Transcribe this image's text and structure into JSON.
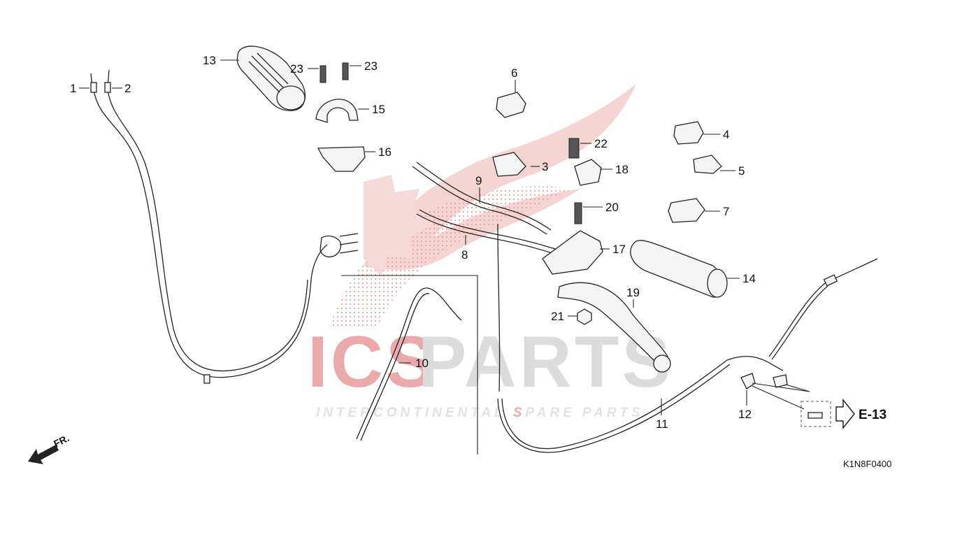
{
  "watermark": {
    "brand_left": "ICS",
    "brand_right": "PARTS",
    "tagline_parts": [
      "INTER",
      "CONTINENTAL ",
      "S",
      "PARE PARTS"
    ],
    "brand_color": "#e8a0a0",
    "brand_color_grey": "#d8d8d8",
    "wing_color": "#f2c4c4"
  },
  "callouts": [
    {
      "id": "c1",
      "label": "1"
    },
    {
      "id": "c2",
      "label": "2"
    },
    {
      "id": "c3",
      "label": "3"
    },
    {
      "id": "c4",
      "label": "4"
    },
    {
      "id": "c5",
      "label": "5"
    },
    {
      "id": "c6",
      "label": "6"
    },
    {
      "id": "c7",
      "label": "7"
    },
    {
      "id": "c8",
      "label": "8"
    },
    {
      "id": "c9",
      "label": "9"
    },
    {
      "id": "c10",
      "label": "10"
    },
    {
      "id": "c11",
      "label": "11"
    },
    {
      "id": "c12",
      "label": "12"
    },
    {
      "id": "c13",
      "label": "13"
    },
    {
      "id": "c14",
      "label": "14"
    },
    {
      "id": "c15",
      "label": "15"
    },
    {
      "id": "c16",
      "label": "16"
    },
    {
      "id": "c17",
      "label": "17"
    },
    {
      "id": "c18",
      "label": "18"
    },
    {
      "id": "c19",
      "label": "19"
    },
    {
      "id": "c20",
      "label": "20"
    },
    {
      "id": "c21",
      "label": "21"
    },
    {
      "id": "c22",
      "label": "22"
    },
    {
      "id": "c23a",
      "label": "23"
    },
    {
      "id": "c23b",
      "label": "23"
    }
  ],
  "reference": {
    "label": "E-13"
  },
  "front_indicator": {
    "label": "FR."
  },
  "diagram_code": "K1N8F0400",
  "icons": [
    "front-arrow-icon",
    "reference-arrow-icon"
  ]
}
